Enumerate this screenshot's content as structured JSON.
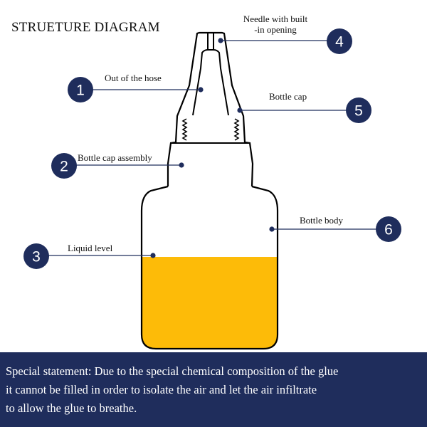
{
  "title": "STRUETURE DIAGRAM",
  "colors": {
    "navy": "#1f2d5c",
    "glue": "#fdbb08",
    "outline": "#000000"
  },
  "callouts": [
    {
      "number": "1",
      "label": "Out of the hose"
    },
    {
      "number": "2",
      "label": "Bottle cap assembly"
    },
    {
      "number": "3",
      "label": "Liquid level"
    },
    {
      "number": "4",
      "label_line1": "Needle with built",
      "label_line2": "-in opening"
    },
    {
      "number": "5",
      "label": "Bottle cap"
    },
    {
      "number": "6",
      "label": "Bottle body"
    }
  ],
  "statement": {
    "line1": "Special statement: Due to the special chemical composition of the glue",
    "line2": "it cannot be filled in order to isolate the air and let the air infiltrate",
    "line3": "to allow the glue to breathe."
  }
}
